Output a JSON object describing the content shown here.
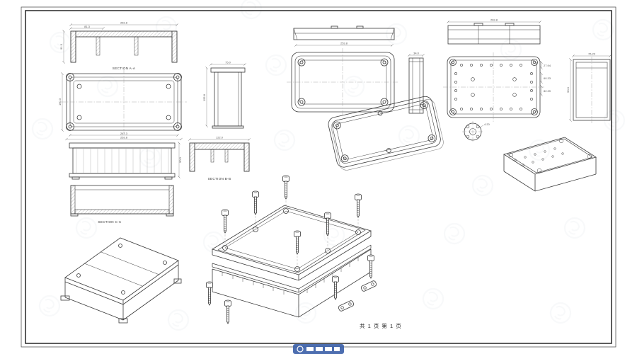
{
  "page": {
    "footer_text": "共 1 页  第 1 页",
    "background": "#ffffff",
    "line_color": "#3a3a3a",
    "dim_color": "#555555",
    "watermark_color": "#9fb0c0",
    "logo_color": "#3a5fa8"
  },
  "labels": {
    "section_a": "SECTION A-A",
    "section_b": "SECTION B-B",
    "section_c": "SECTION C-C"
  },
  "dims": {
    "view_a": [
      "263.8",
      "81.3",
      "91.3"
    ],
    "view_b": [
      "247.3",
      "263.8",
      "160.3"
    ],
    "view_c": [
      "90.0"
    ],
    "view_e": [
      "155.8",
      "75.0"
    ],
    "view_f": [
      "122.0"
    ],
    "view_g": [
      "253.8"
    ],
    "view_i": [
      "34.0"
    ],
    "view_k": [
      "263.8"
    ],
    "view_l": [
      "27.94",
      "60.33",
      "82.39"
    ],
    "view_m": [
      "4.20"
    ],
    "view_n": [
      "76.20",
      "90.0"
    ]
  }
}
